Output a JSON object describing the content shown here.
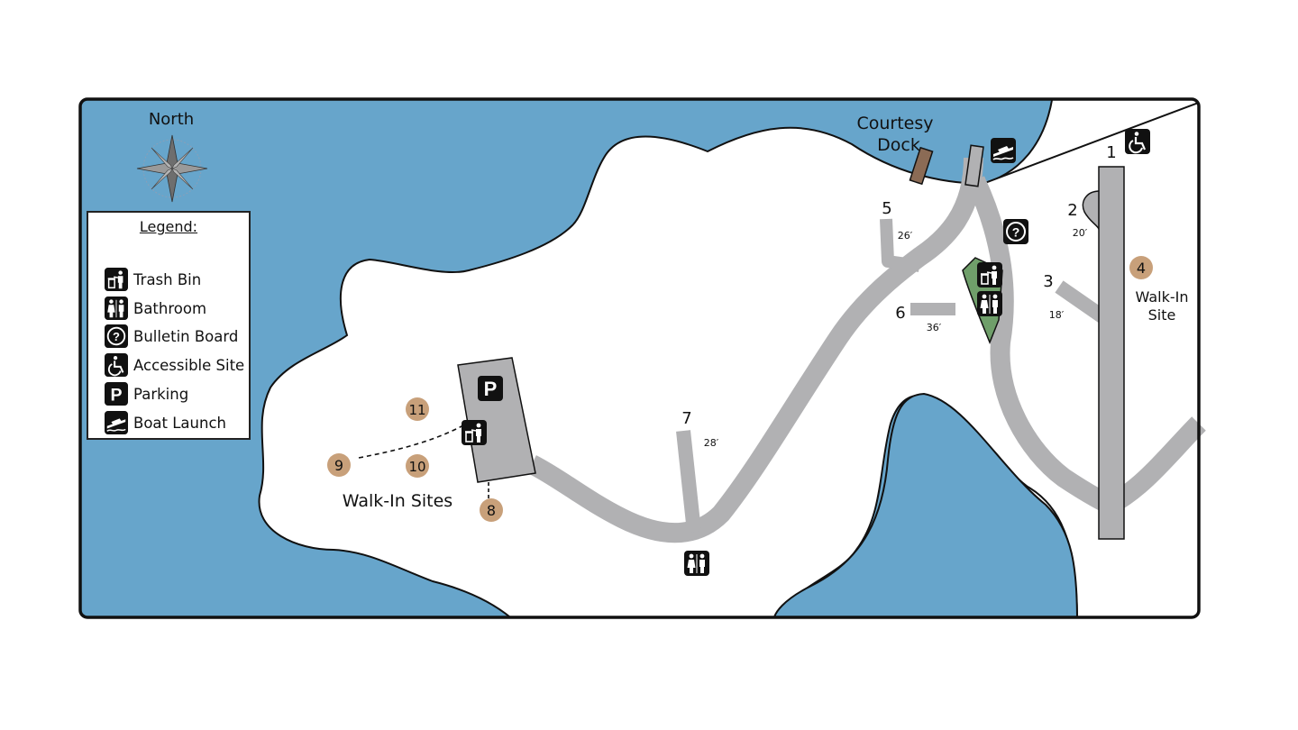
{
  "compass": {
    "label": "North"
  },
  "legend": {
    "title": "Legend:",
    "items": [
      {
        "icon": "trash-bin-icon",
        "label": "Trash Bin"
      },
      {
        "icon": "bathroom-icon",
        "label": "Bathroom"
      },
      {
        "icon": "bulletin-board-icon",
        "label": "Bulletin Board"
      },
      {
        "icon": "accessible-site-icon",
        "label": "Accessible Site"
      },
      {
        "icon": "parking-icon",
        "label": "Parking"
      },
      {
        "icon": "boat-launch-icon",
        "label": "Boat Launch"
      }
    ]
  },
  "labels": {
    "courtesy_dock_line1": "Courtesy",
    "courtesy_dock_line2": "Dock",
    "walk_in_sites": "Walk-In Sites",
    "walk_in_site_line1": "Walk-In",
    "walk_in_site_line2": "Site",
    "parking_letter": "P"
  },
  "sites": [
    {
      "number": "1"
    },
    {
      "number": "2",
      "length": "20′"
    },
    {
      "number": "3",
      "length": "18′"
    },
    {
      "number": "5",
      "length": "26′"
    },
    {
      "number": "6",
      "length": "36′"
    },
    {
      "number": "7",
      "length": "28′"
    }
  ],
  "walk_in_markers": [
    "4",
    "8",
    "9",
    "10",
    "11"
  ],
  "colors": {
    "water": "#67a5cb",
    "land": "#ffffff",
    "road": "#b1b1b3",
    "grass": "#6f9f6a",
    "walk_in_marker": "#c8a07a",
    "dock": "#8b6b55",
    "icon_bg": "#111111"
  }
}
